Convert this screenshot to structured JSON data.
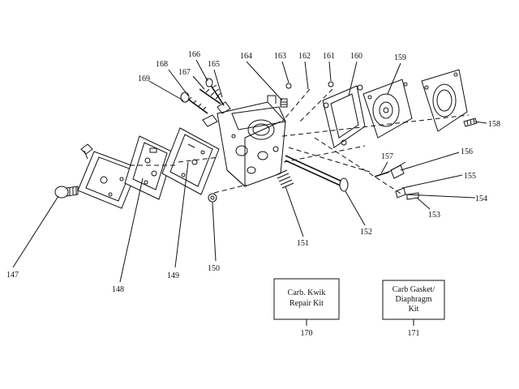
{
  "labels": {
    "147": "147",
    "148": "148",
    "149": "149",
    "150": "150",
    "151": "151",
    "152": "152",
    "153": "153",
    "154": "154",
    "155": "155",
    "156": "156",
    "157": "157",
    "158": "158",
    "159": "159",
    "160": "160",
    "161": "161",
    "162": "162",
    "163": "163",
    "164": "164",
    "165": "165",
    "166": "166",
    "167": "167",
    "168": "168",
    "169": "169",
    "170": "170",
    "171": "171"
  },
  "kits": {
    "repair": {
      "line1": "Carb. Kwik",
      "line2": "Repair Kit",
      "number": "170"
    },
    "gasket": {
      "line1": "Carb Gasket/",
      "line2": "Diaphragm",
      "line3": "Kit",
      "number": "171"
    }
  }
}
